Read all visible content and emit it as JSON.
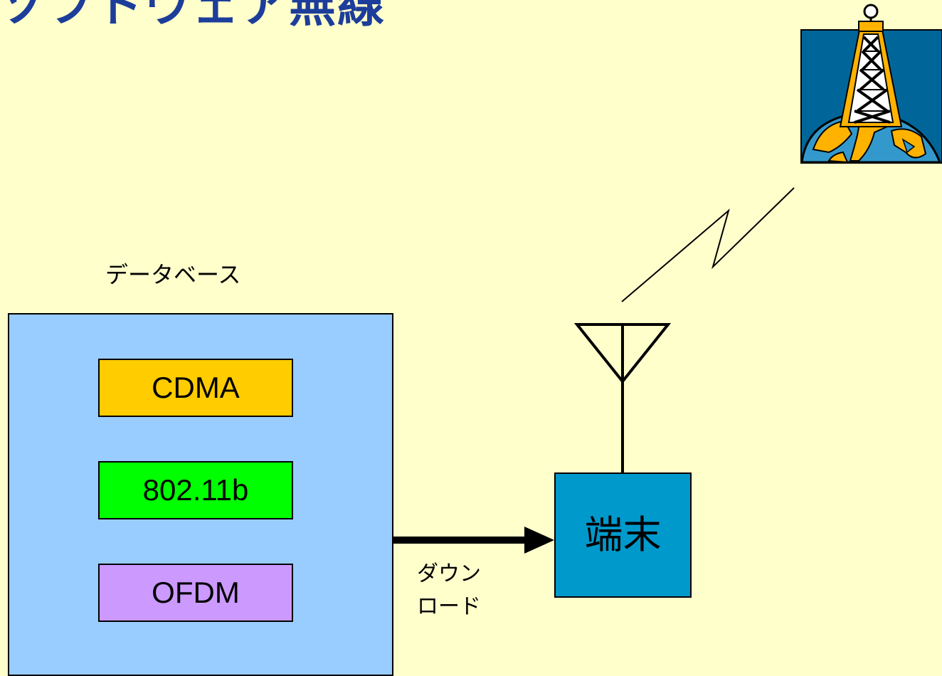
{
  "slide": {
    "title": "ソフトウェア無線"
  },
  "database": {
    "label": "データベース",
    "modules": [
      {
        "label": "CDMA",
        "color": "#FFCC00"
      },
      {
        "label": "802.11b",
        "color": "#00FF00"
      },
      {
        "label": "OFDM",
        "color": "#CC99FF"
      }
    ],
    "background": "#99CCFF"
  },
  "terminal": {
    "label": "端末",
    "color": "#0099CC"
  },
  "download": {
    "label": "ダウン\nロード"
  },
  "icons": {
    "antenna": "antenna-icon",
    "radio_link": "lightning-link-icon",
    "broadcast_tower": "broadcast-tower-globe-icon"
  },
  "colors": {
    "background": "#FFFFCC",
    "title": "#1C3D9A",
    "tower_bg": "#006699",
    "globe": "#3399CC",
    "land": "#FFB300"
  }
}
